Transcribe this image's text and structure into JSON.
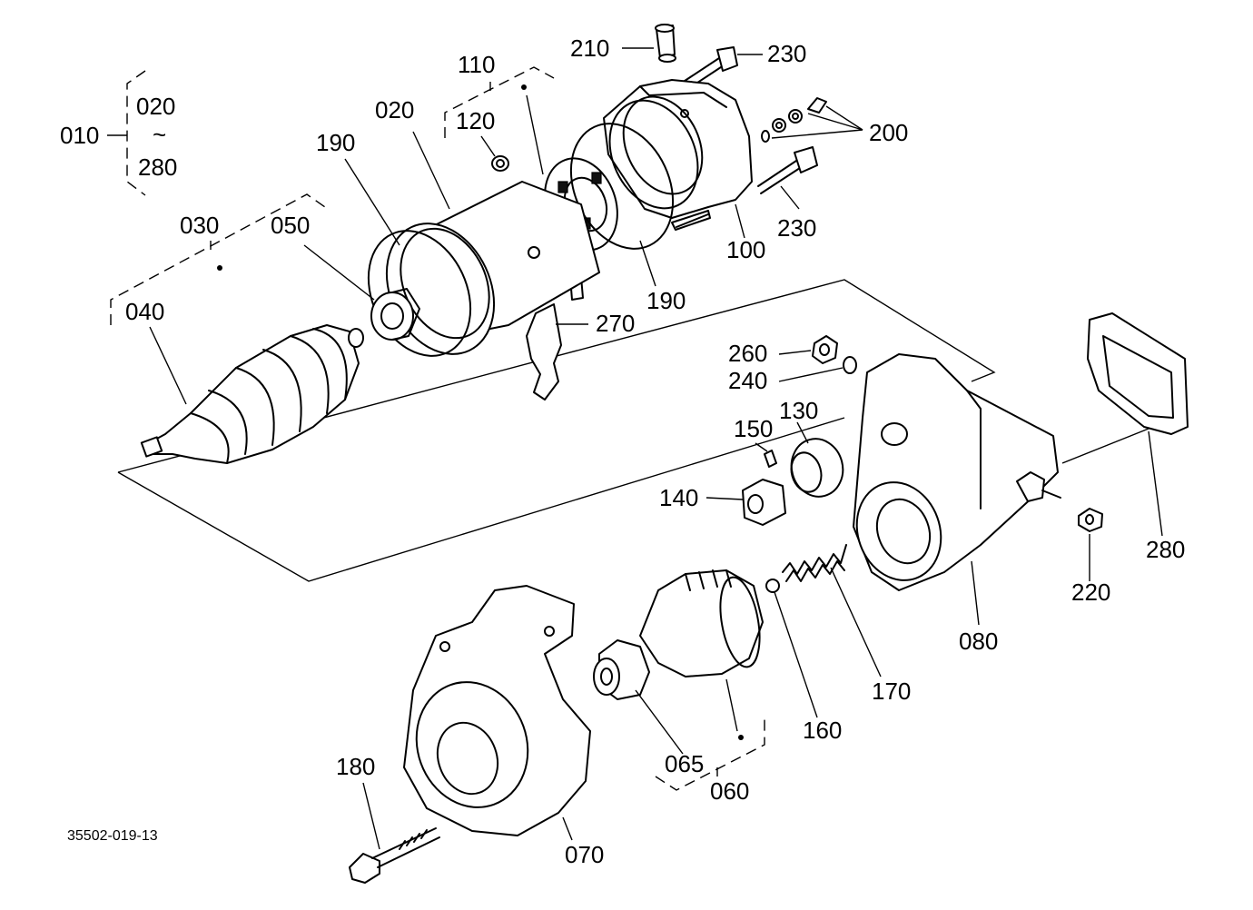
{
  "drawing_number": "35502-019-13",
  "labels": {
    "p010": "010",
    "p020_group": "020",
    "tilde": "~",
    "p280_group": "280",
    "p110": "110",
    "p120": "120",
    "p020": "020",
    "p190_left": "190",
    "p210": "210",
    "p230_top": "230",
    "p200": "200",
    "p230_bottom": "230",
    "p100": "100",
    "p190_right": "190",
    "p030": "030",
    "p050": "050",
    "p040": "040",
    "p270": "270",
    "p260": "260",
    "p240": "240",
    "p130": "130",
    "p150": "150",
    "p140": "140",
    "p280": "280",
    "p220": "220",
    "p080": "080",
    "p170": "170",
    "p160": "160",
    "p065": "065",
    "p060": "060",
    "p180": "180",
    "p070": "070"
  }
}
